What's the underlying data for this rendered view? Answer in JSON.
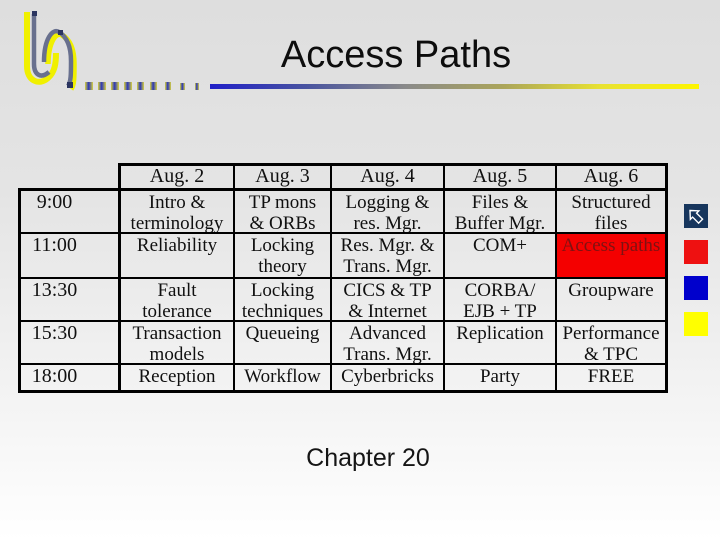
{
  "slide": {
    "title": "Access Paths",
    "caption": "Chapter 20"
  },
  "schedule": {
    "columns": [
      "Aug. 2",
      "Aug. 3",
      "Aug. 4",
      "Aug. 5",
      "Aug. 6"
    ],
    "rows": [
      {
        "time": "9:00",
        "cells": [
          "Intro &\nterminology",
          "TP mons\n& ORBs",
          "Logging &\nres. Mgr.",
          "Files &\nBuffer Mgr.",
          "Structured\nfiles"
        ]
      },
      {
        "time": "11:00",
        "cells": [
          "Reliability",
          "Locking\ntheory",
          "Res. Mgr. &\nTrans. Mgr.",
          "COM+",
          "Access paths"
        ]
      },
      {
        "time": "13:30",
        "cells": [
          "Fault\ntolerance",
          "Locking\ntechniques",
          "CICS & TP\n& Internet",
          "CORBA/\nEJB + TP",
          "Groupware"
        ]
      },
      {
        "time": "15:30",
        "cells": [
          "Transaction\nmodels",
          "Queueing",
          "Advanced\nTrans. Mgr.",
          "Replication",
          "Performance\n& TPC"
        ]
      },
      {
        "time": "18:00",
        "cells": [
          "Reception",
          "Workflow",
          "Cyberbricks",
          "Party",
          "FREE"
        ]
      }
    ],
    "highlight": {
      "row": 1,
      "col": 4,
      "label": "Access paths",
      "bg": "#F40000",
      "fg": "#7E1212"
    }
  },
  "nav": {
    "back_icon": "arrow-up-left",
    "colors": {
      "navy": "#17365D",
      "red": "#EE1111",
      "blue": "#0000CC",
      "yellow": "#FFFF00"
    }
  },
  "decor": {
    "logo": {
      "yellow": "#F0F000",
      "slate": "#68708E",
      "node": "#2B3560"
    },
    "underline_gradient": [
      "#2020C8",
      "#4A55A0",
      "#8A8A8A",
      "#ABA55A",
      "#E8E232",
      "#FDF500"
    ]
  }
}
